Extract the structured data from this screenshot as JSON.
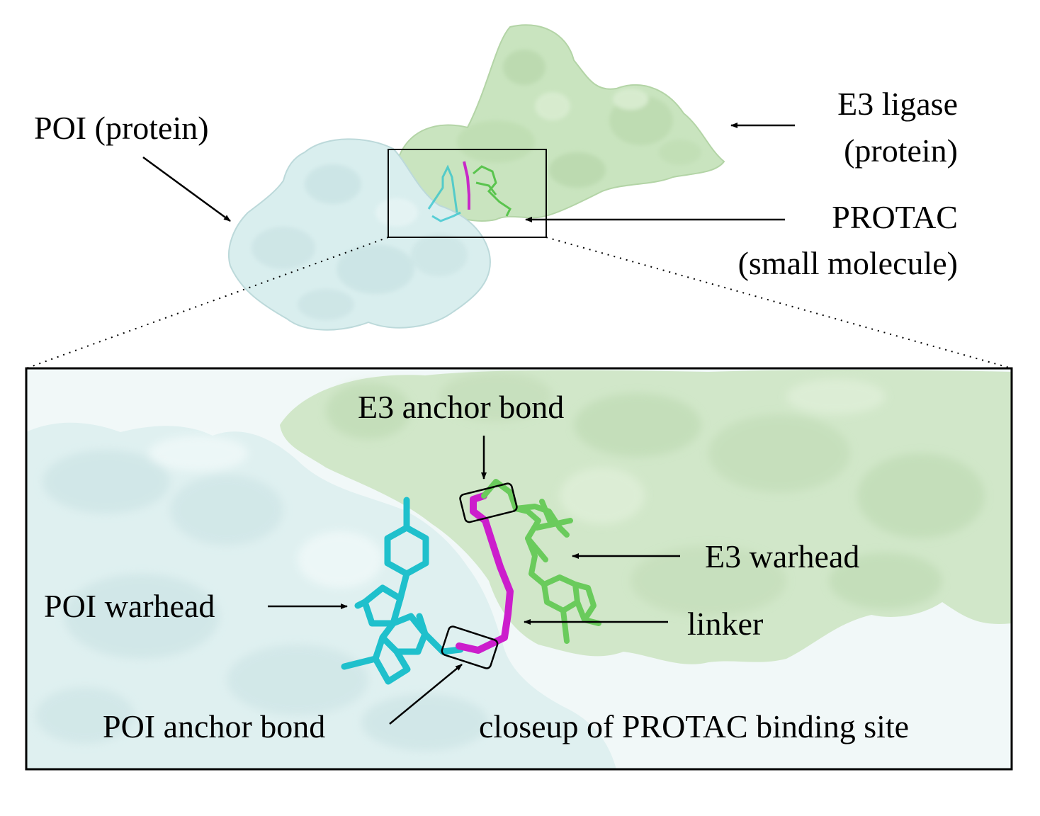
{
  "overview": {
    "poi_label": "POI (protein)",
    "e3_label_line1": "E3 ligase",
    "e3_label_line2": "(protein)",
    "protac_label_line1": "PROTAC",
    "protac_label_line2": "(small molecule)"
  },
  "closeup": {
    "e3_anchor_label": "E3 anchor bond",
    "e3_warhead_label": "E3 warhead",
    "poi_warhead_label": "POI warhead",
    "linker_label": "linker",
    "poi_anchor_label": "POI anchor bond",
    "caption": "closeup of PROTAC binding site"
  },
  "colors": {
    "poi_surface": "#dcefef",
    "e3_surface": "#cde6c4",
    "poi_warhead": "#1fc0cc",
    "e3_warhead": "#6acb5c",
    "linker": "#cc22cc"
  }
}
